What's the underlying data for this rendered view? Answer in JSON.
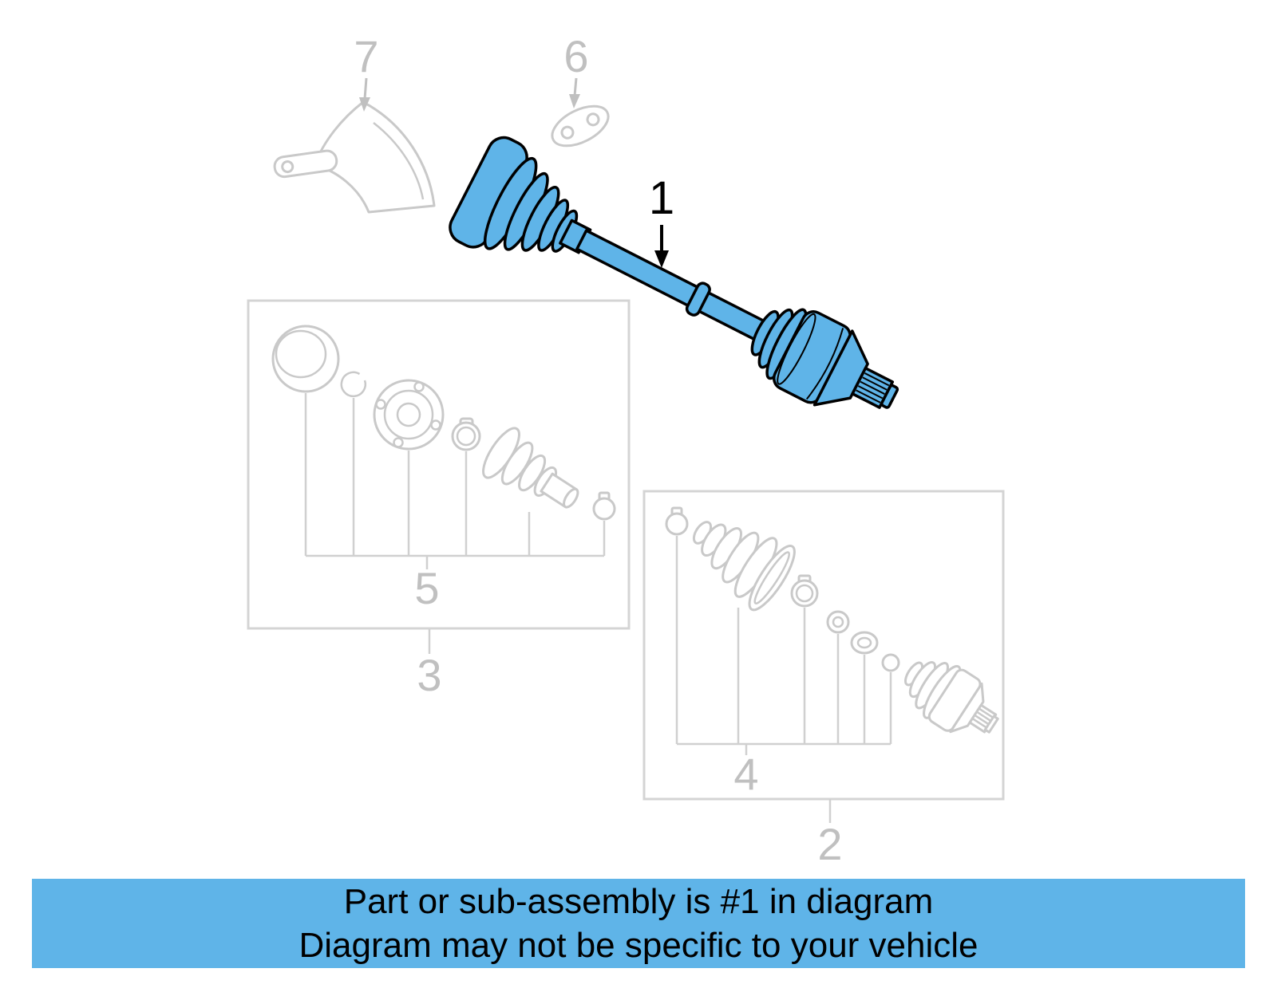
{
  "diagram": {
    "callouts": {
      "part1": "1",
      "part2": "2",
      "part3": "3",
      "part4": "4",
      "part5": "5",
      "part6": "6",
      "part7": "7"
    },
    "highlighted_part": "1",
    "colors": {
      "highlight": "#5FB4E8",
      "ghost_line": "#C9C9C9",
      "ghost_label": "#C0C0C0",
      "callout_text": "#000000"
    }
  },
  "banner": {
    "line1": "Part or sub-assembly is #1 in diagram",
    "line2": "Diagram may not be specific to your vehicle",
    "background": "#5FB4E8",
    "text_color": "#000000"
  }
}
